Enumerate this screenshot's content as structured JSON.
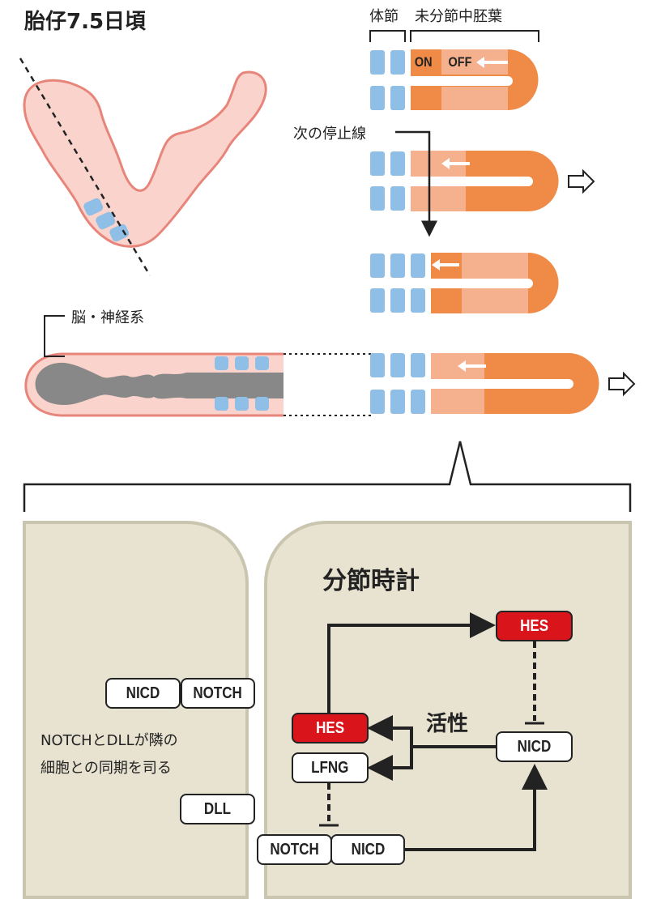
{
  "title": "胎仔7.5日頃",
  "labels": {
    "somite": "体節",
    "psm": "未分節中胚葉",
    "on": "ON",
    "off": "OFF",
    "next_boundary": "次の停止線",
    "brain": "脳・神経系"
  },
  "clock": {
    "title": "分節時計",
    "activation": "活性",
    "note_line1": "NOTCHとDLLが隣の",
    "note_line2": "細胞との同期を司る",
    "boxes": {
      "hes_top": "HES",
      "nicd_right": "NICD",
      "hes_mid": "HES",
      "lfng": "LFNG",
      "notch_bottom": "NOTCH",
      "nicd_bottom": "NICD",
      "nicd_left": "NICD",
      "notch_left": "NOTCH",
      "dll": "DLL"
    }
  },
  "colors": {
    "embryo_fill": "#f9d3cc",
    "embryo_stroke": "#e8857a",
    "somite_blue": "#8fbfe6",
    "orange": "#ef8a47",
    "light_orange": "#f5b08d",
    "cell_fill": "#e7e3d0",
    "cell_border": "#c9c5ae",
    "hes_red": "#d9141b"
  }
}
